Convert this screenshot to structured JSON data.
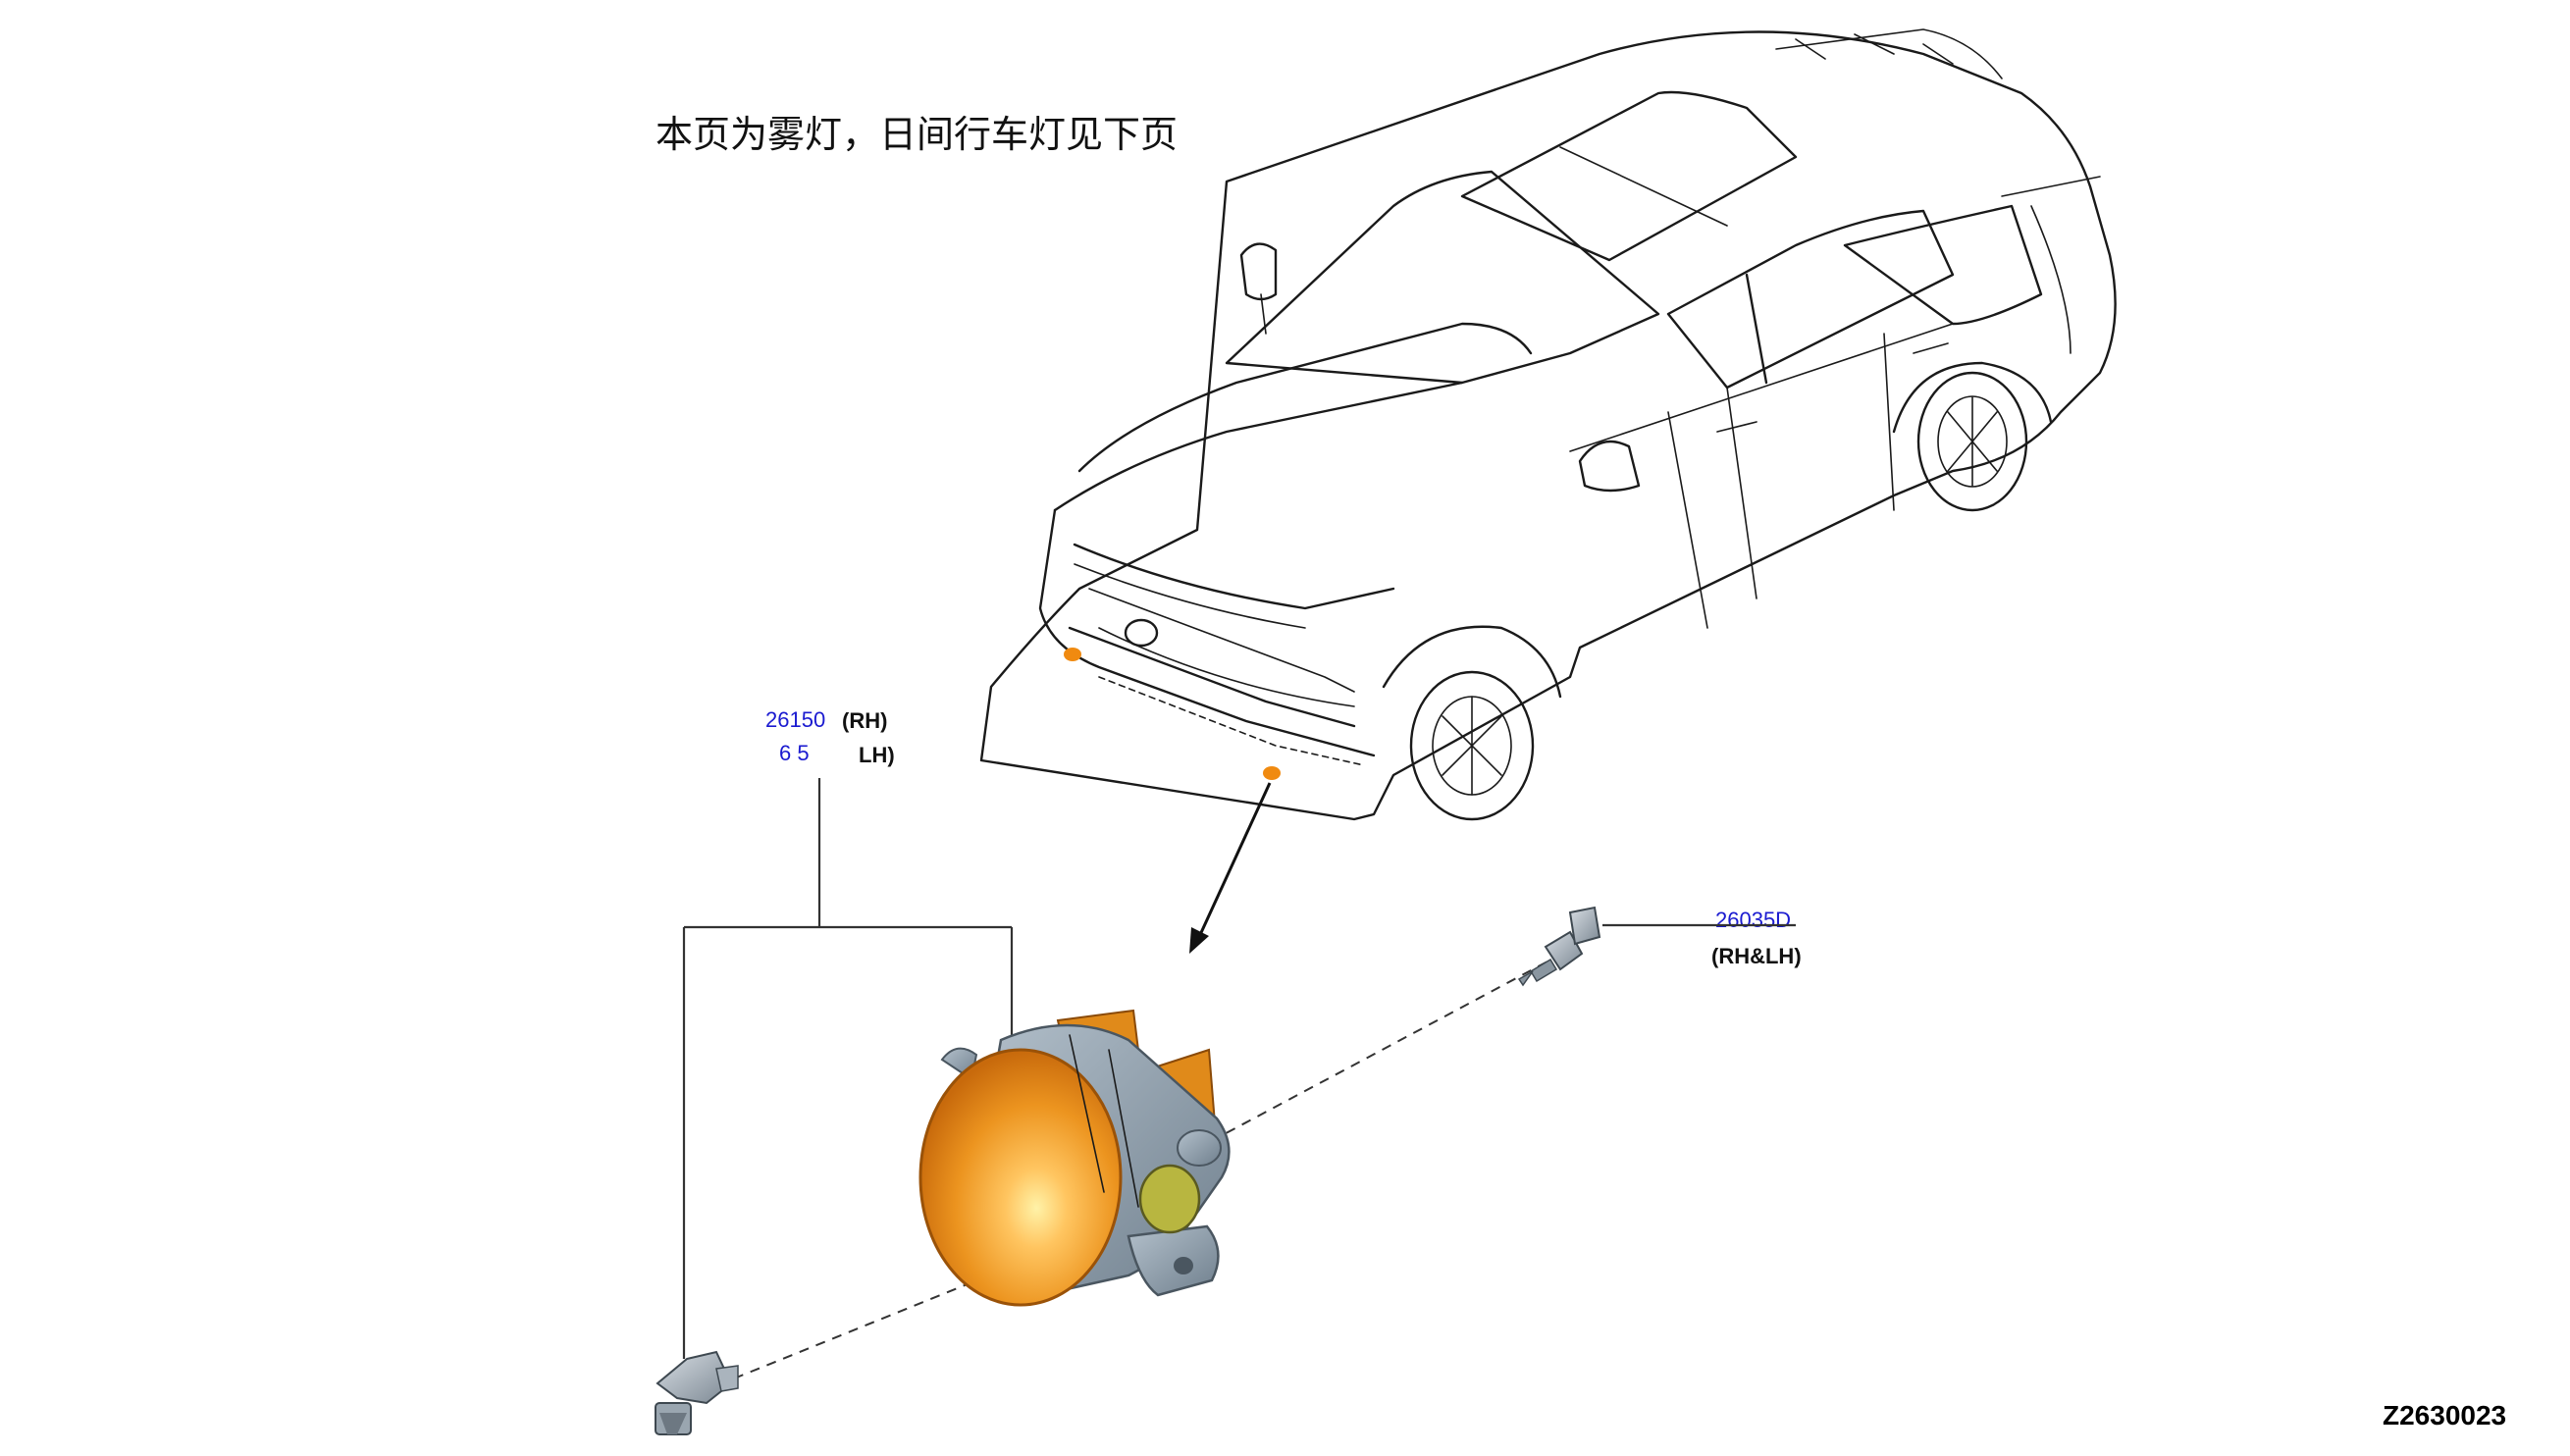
{
  "note": "本页为雾灯，日间行车灯见下页",
  "figure_id": "Z2630023",
  "callouts": {
    "fog_lamp": {
      "part_number_line1": "26150",
      "side_line1": "(RH)",
      "part_number_line2": "6 5",
      "side_line2": "LH)"
    },
    "screw": {
      "part_number": "26035D",
      "side": "(RH&LH)"
    }
  },
  "colors": {
    "lamp_lens": "#e8901e",
    "lamp_lens_highlight": "#ffd36a",
    "lamp_housing": "#8a9aa8",
    "lamp_bracket": "#e08a1a",
    "part_number_text": "#1a1ad0",
    "fog_lamp_marker": "#f08a10"
  }
}
